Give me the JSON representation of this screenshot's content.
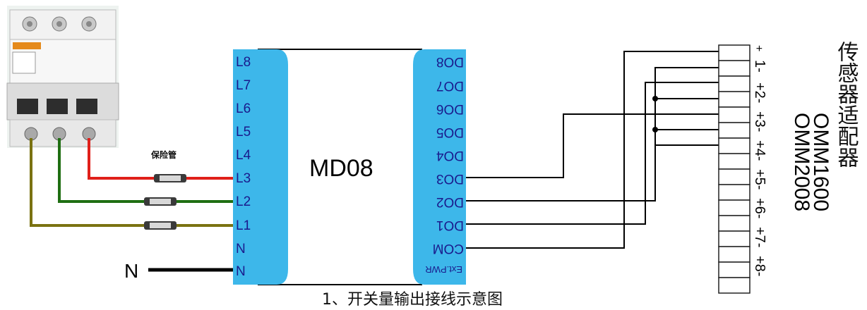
{
  "diagram": {
    "module_name": "MD08",
    "left_terminals": [
      "L8",
      "L7",
      "L6",
      "L5",
      "L4",
      "L3",
      "L2",
      "L1",
      "N",
      "N"
    ],
    "right_terminals": [
      "DO8",
      "DO7",
      "DO6",
      "DO5",
      "DO4",
      "DO3",
      "DO2",
      "DO1",
      "COM",
      "Ext.PWR"
    ],
    "fuse_label": "保险管",
    "neutral_label": "N",
    "connector_top_label": "+",
    "connector_pins": [
      "1-",
      "+2-",
      "+3-",
      "+4-",
      "+5-",
      "+6-",
      "+7-",
      "+8-"
    ],
    "sensor_model_1": "OMM1600",
    "sensor_model_2": "OMM2008",
    "sensor_adapter_label": "传感器适配器",
    "caption": "1、开关量输出接线示意图"
  },
  "colors": {
    "terminal_block": "#3db7ea",
    "wire_red": "#e0201a",
    "wire_green": "#1f6e12",
    "wire_olive": "#7a7211",
    "wire_black": "#000000",
    "label_text": "#1a1a8c"
  }
}
